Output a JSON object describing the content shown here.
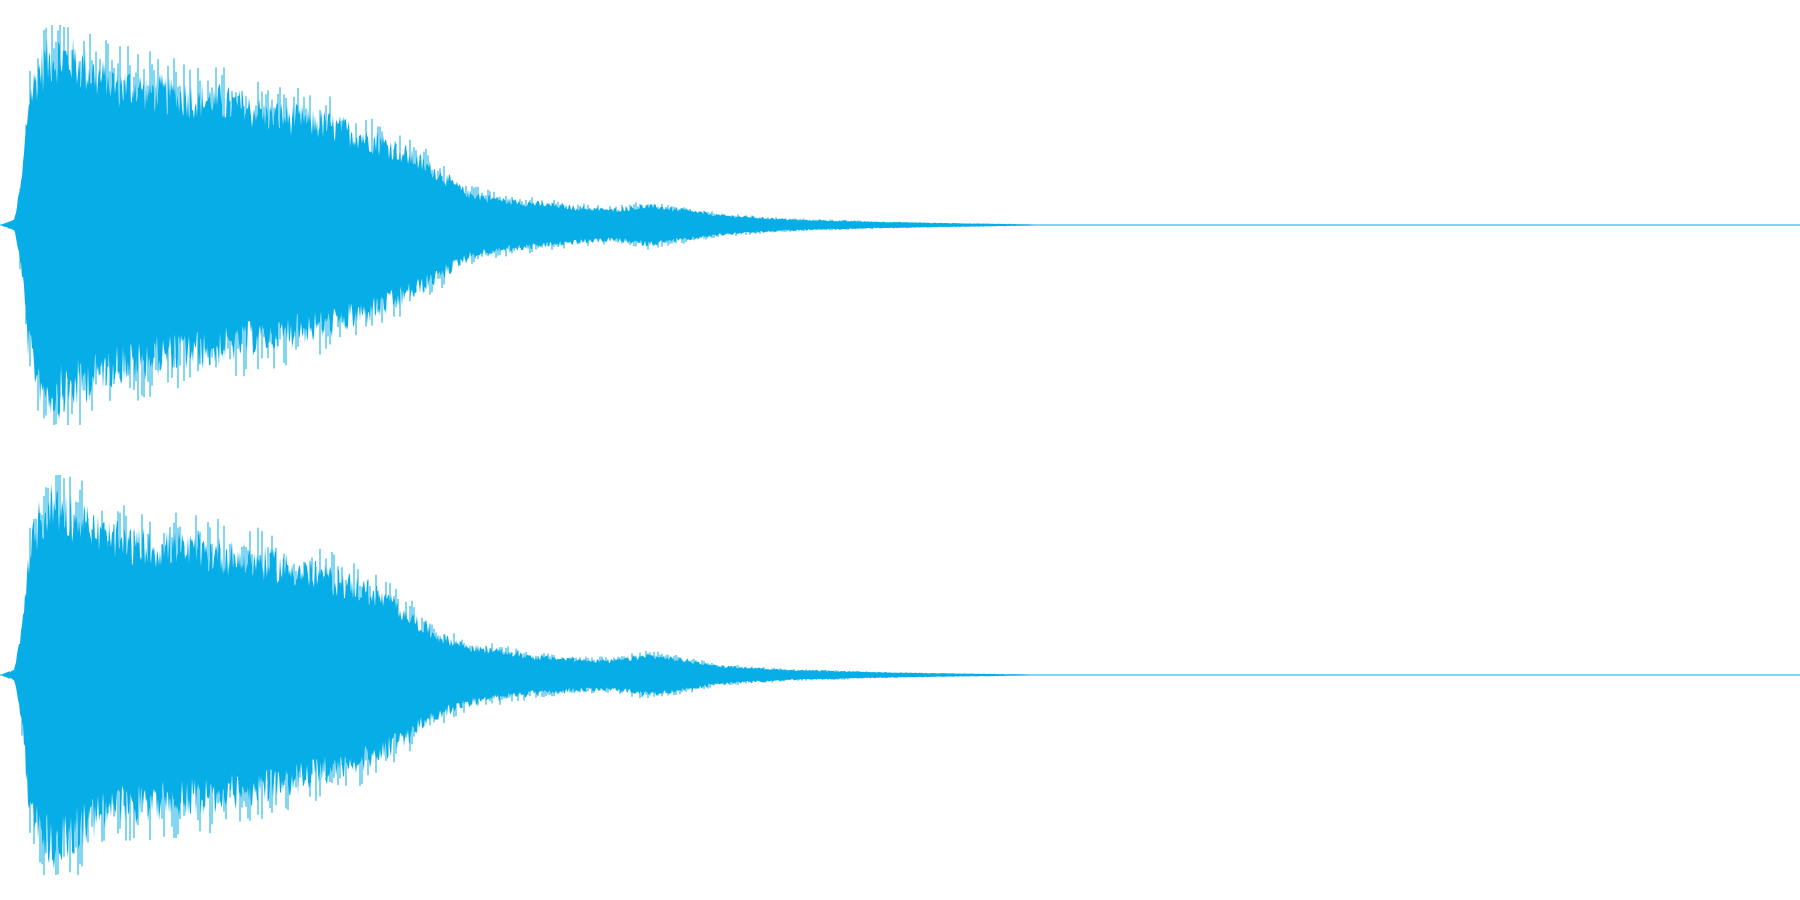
{
  "waveform": {
    "color": "#06ADE6",
    "background": "#FFFFFF",
    "channels": [
      {
        "name": "channel-1",
        "envelope": [
          [
            0.0,
            0.0
          ],
          [
            0.008,
            0.03
          ],
          [
            0.012,
            0.25
          ],
          [
            0.016,
            0.72
          ],
          [
            0.022,
            0.9
          ],
          [
            0.03,
            0.98
          ],
          [
            0.04,
            0.95
          ],
          [
            0.06,
            0.82
          ],
          [
            0.08,
            0.78
          ],
          [
            0.1,
            0.74
          ],
          [
            0.12,
            0.72
          ],
          [
            0.14,
            0.66
          ],
          [
            0.16,
            0.62
          ],
          [
            0.18,
            0.58
          ],
          [
            0.2,
            0.52
          ],
          [
            0.22,
            0.44
          ],
          [
            0.24,
            0.32
          ],
          [
            0.26,
            0.18
          ],
          [
            0.28,
            0.14
          ],
          [
            0.3,
            0.12
          ],
          [
            0.32,
            0.1
          ],
          [
            0.34,
            0.085
          ],
          [
            0.36,
            0.11
          ],
          [
            0.38,
            0.085
          ],
          [
            0.4,
            0.055
          ],
          [
            0.44,
            0.03
          ],
          [
            0.48,
            0.02
          ],
          [
            0.52,
            0.012
          ],
          [
            0.56,
            0.006
          ],
          [
            0.59,
            0.0
          ]
        ]
      },
      {
        "name": "channel-2",
        "envelope": [
          [
            0.0,
            0.0
          ],
          [
            0.008,
            0.03
          ],
          [
            0.012,
            0.25
          ],
          [
            0.016,
            0.7
          ],
          [
            0.022,
            0.88
          ],
          [
            0.03,
            1.0
          ],
          [
            0.04,
            0.92
          ],
          [
            0.06,
            0.78
          ],
          [
            0.08,
            0.74
          ],
          [
            0.1,
            0.72
          ],
          [
            0.12,
            0.7
          ],
          [
            0.14,
            0.66
          ],
          [
            0.16,
            0.62
          ],
          [
            0.18,
            0.56
          ],
          [
            0.2,
            0.5
          ],
          [
            0.22,
            0.4
          ],
          [
            0.24,
            0.24
          ],
          [
            0.26,
            0.16
          ],
          [
            0.28,
            0.13
          ],
          [
            0.3,
            0.1
          ],
          [
            0.32,
            0.09
          ],
          [
            0.34,
            0.08
          ],
          [
            0.36,
            0.11
          ],
          [
            0.38,
            0.085
          ],
          [
            0.4,
            0.05
          ],
          [
            0.44,
            0.028
          ],
          [
            0.48,
            0.018
          ],
          [
            0.52,
            0.01
          ],
          [
            0.56,
            0.005
          ],
          [
            0.59,
            0.0
          ]
        ]
      }
    ]
  }
}
